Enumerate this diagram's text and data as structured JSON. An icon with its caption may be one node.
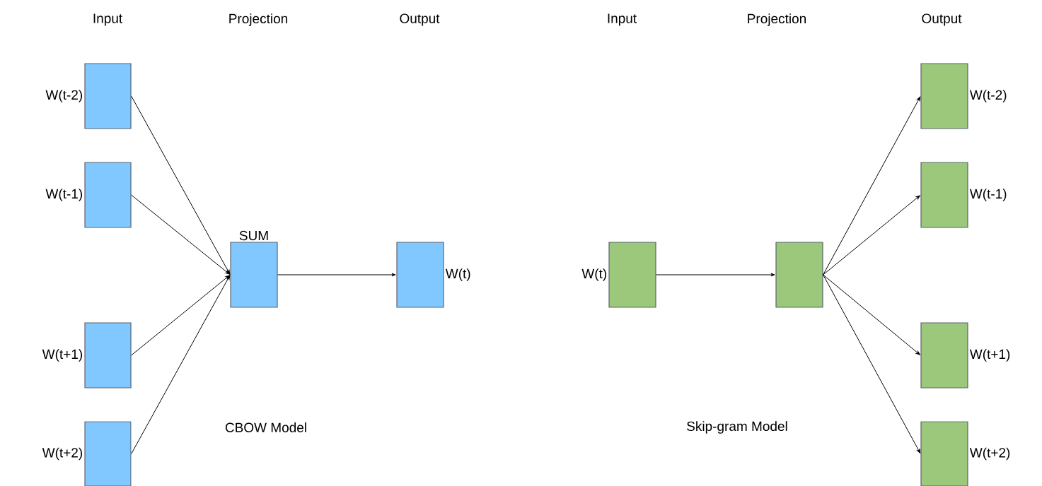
{
  "diagram": {
    "nodes": [
      {
        "text": [],
        "shape": "box",
        "beside": [
          "W(t-2)"
        ]
      },
      {
        "text": [],
        "shape": "box",
        "beside": [
          "W(t-1)"
        ]
      },
      {
        "text": [],
        "shape": "box",
        "beside": [
          "W(t+1)"
        ]
      },
      {
        "text": [],
        "shape": "box",
        "beside": [
          "W(t+2)"
        ]
      },
      {
        "text": [],
        "shape": "box",
        "beside": [
          "SUM"
        ]
      },
      {
        "text": [],
        "shape": "box",
        "beside": [
          "W(t)"
        ]
      },
      {
        "text": [],
        "shape": "box",
        "beside": [
          "W(t)"
        ]
      },
      {
        "text": [],
        "shape": "box"
      },
      {
        "text": [],
        "shape": "box",
        "beside": [
          "W(t-2)"
        ]
      },
      {
        "text": [],
        "shape": "box",
        "beside": [
          "W(t-1)"
        ]
      },
      {
        "text": [],
        "shape": "box",
        "beside": [
          "W(t+1)"
        ]
      },
      {
        "text": [],
        "shape": "box",
        "beside": [
          "W(t+2)"
        ]
      }
    ],
    "edges": [
      {
        "from": 0,
        "to": 4,
        "arrow": "to"
      },
      {
        "from": 1,
        "to": 4,
        "arrow": "to"
      },
      {
        "from": 2,
        "to": 4,
        "arrow": "to"
      },
      {
        "from": 3,
        "to": 4,
        "arrow": "to"
      },
      {
        "from": 4,
        "to": 5,
        "arrow": "to"
      },
      {
        "from": 6,
        "to": 7,
        "arrow": "to"
      },
      {
        "from": 7,
        "to": 8,
        "arrow": "to"
      },
      {
        "from": 7,
        "to": 9,
        "arrow": "to"
      },
      {
        "from": 7,
        "to": 10,
        "arrow": "to"
      },
      {
        "from": 7,
        "to": 11,
        "arrow": "to"
      }
    ],
    "labels": [
      "Input",
      "Projection",
      "Output",
      "Input",
      "Projection",
      "Output",
      "CBOW Model",
      "Skip-gram Model"
    ]
  }
}
